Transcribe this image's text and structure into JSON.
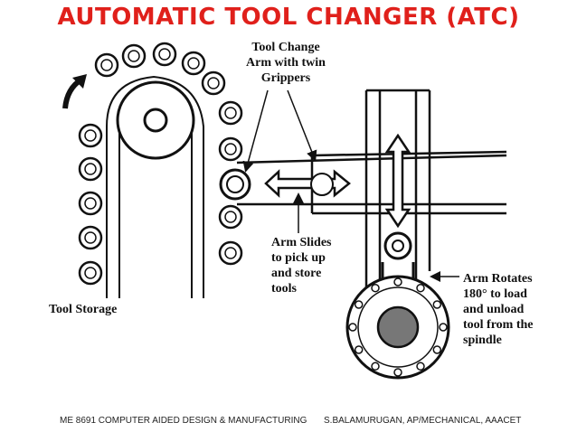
{
  "title": "AUTOMATIC TOOL CHANGER (ATC)",
  "labels": {
    "tool_change_arm": [
      "Tool Change",
      "Arm with twin",
      "Grippers"
    ],
    "arm_slides": [
      "Arm Slides",
      "to pick up",
      "and store",
      "tools"
    ],
    "arm_rotates": [
      "Arm Rotates",
      "180° to load",
      "and unload",
      "tool from the",
      "spindle"
    ],
    "tool_storage": "Tool Storage"
  },
  "footer": {
    "left": "ME 8691 COMPUTER AIDED DESIGN & MANUFACTURING",
    "right": "S.BALAMURUGAN, AP/MECHANICAL, AAACET"
  },
  "colors": {
    "title": "#e0201b",
    "ink": "#111111"
  }
}
